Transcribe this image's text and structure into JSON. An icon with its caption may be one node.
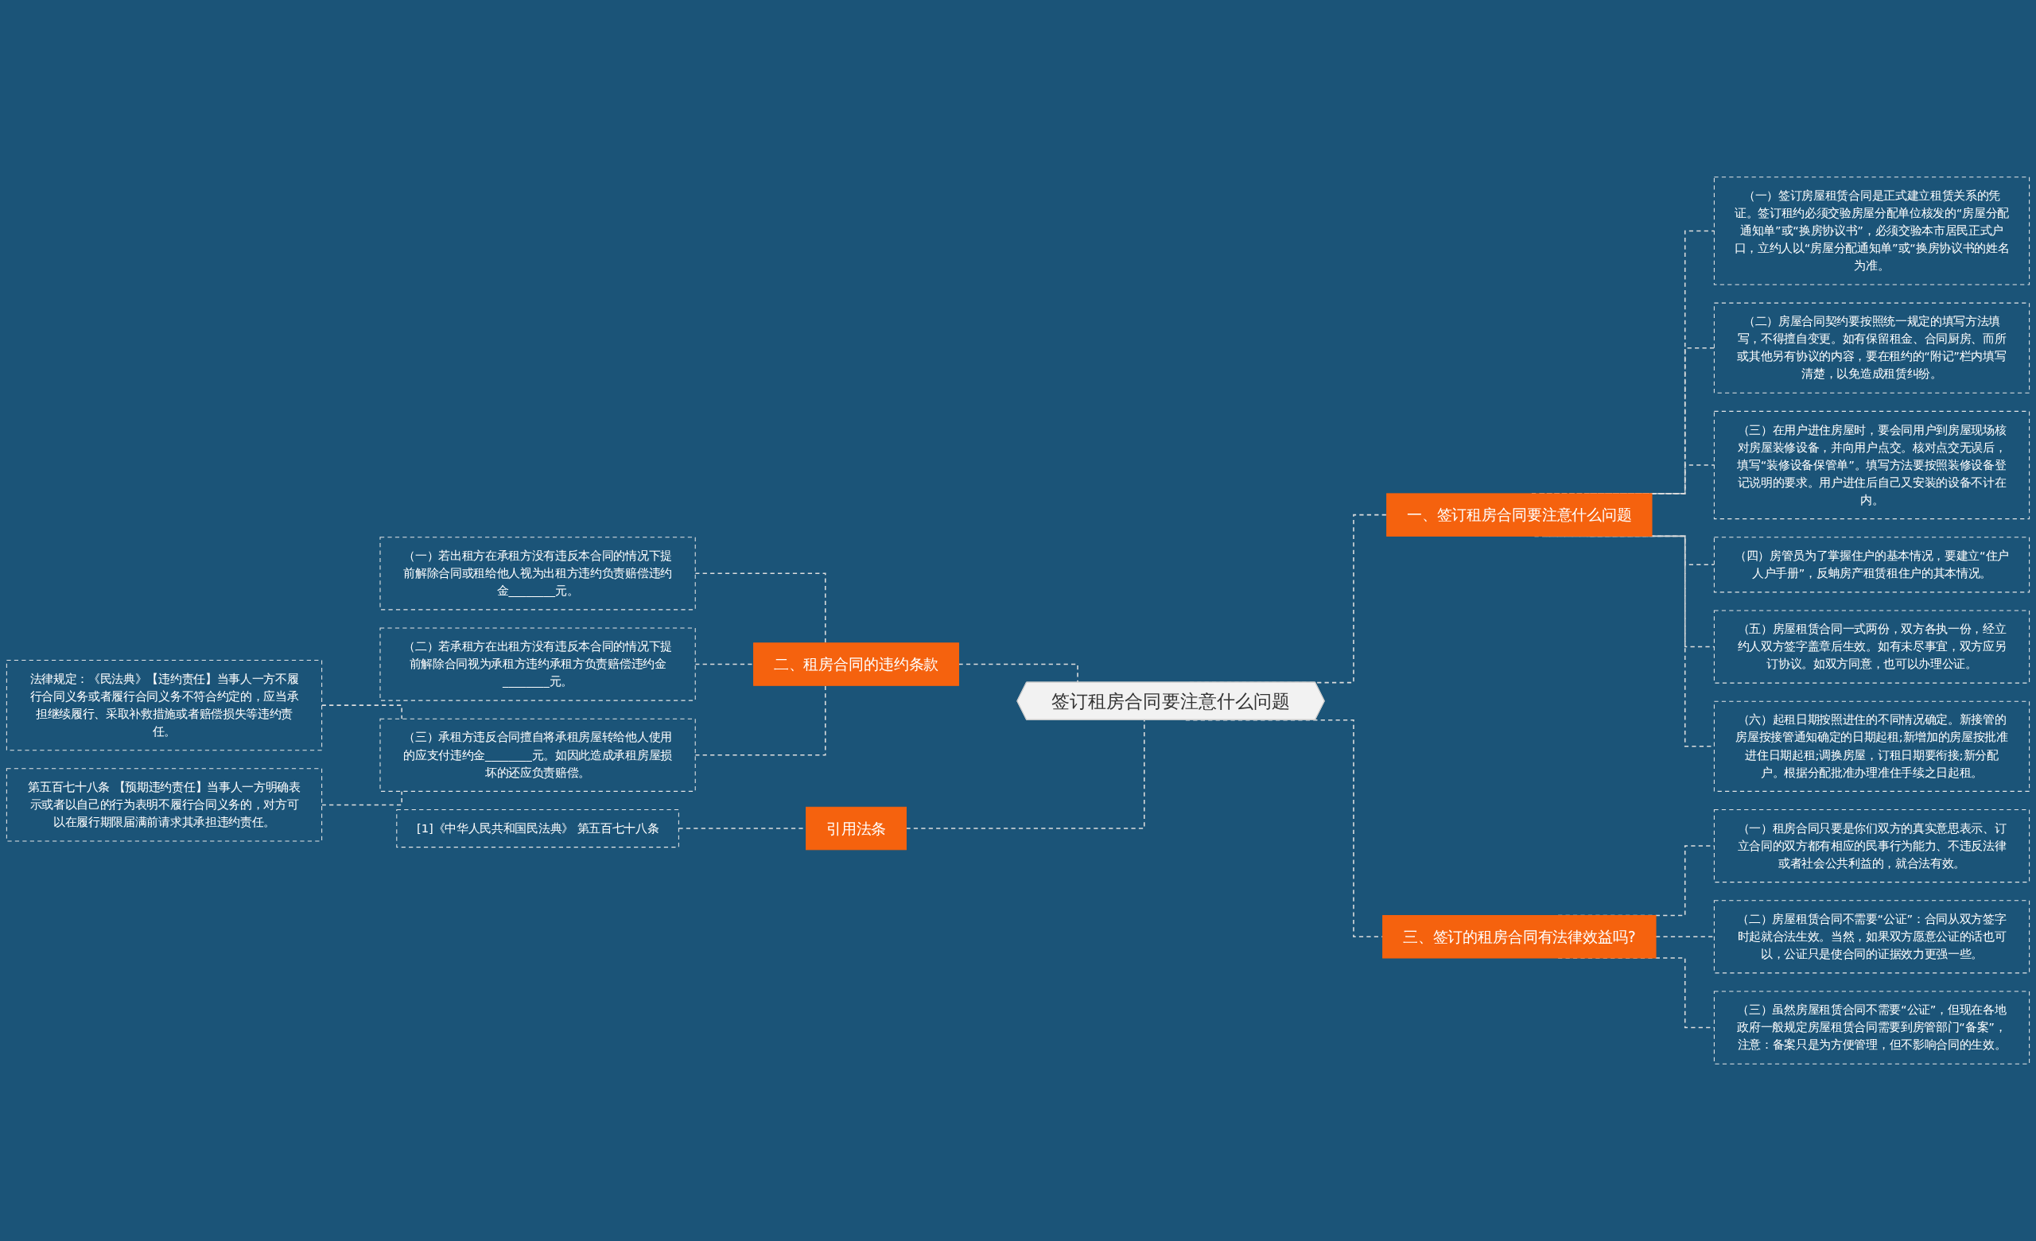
{
  "diagram": {
    "nodes": [
      {
        "text": [
          "签订租房合同要注意什么问题"
        ]
      },
      {
        "text": [
          "一、签订租房合同要注意什么问题"
        ]
      },
      {
        "text": [
          "（一）签订房屋租赁合同是正式建立租赁关系的凭证。签订租约必须交验房屋分配单位核发的“房屋分配通知单”或“换房协议书”，必须交验本市居民正式户口，立约人以“房屋分配通知单”或“换房协议书的姓名为准。"
        ]
      },
      {
        "text": [
          "（二）房屋合同契约要按照统一规定的填写方法填写，不得擅自变更。如有保留租金、合同厨房、而所或其他另有协议的内容，要在租约的“附记”栏内填写清楚，以免造成租赁纠纷。"
        ]
      },
      {
        "text": [
          "（三）在用户进住房屋时，要会同用户到房屋现场核对房屋装修设备，并向用户点交。核对点交无误后，填写“装修设备保管单”。填写方法要按照装修设备登记说明的要求。用户进住后自己又安装的设备不计在内。"
        ]
      },
      {
        "text": [
          "（四）房管员为了掌握住户的基本情况，要建立“住户人户手册”，反蚺房产租赁租住户的其本情况。"
        ]
      },
      {
        "text": [
          "（五）房屋租赁合同一式两份，双方各执一份，经立约人双方签字盖章后生效。如有未尽事宜，双方应另订协议。如双方同意，也可以办理公证。"
        ]
      },
      {
        "text": [
          "（六）起租日期按照进住的不同情况确定。新接管的房屋按接管通知确定的日期起租;新增加的房屋按批准进住日期起租;调换房屋，订租日期要衔接;新分配户。根据分配批准办理准住手续之日起租。"
        ]
      },
      {
        "text": [
          "三、签订的租房合同有法律效益吗?"
        ]
      },
      {
        "text": [
          "（一）租房合同只要是你们双方的真实意思表示、订立合同的双方都有相应的民事行为能力、不违反法律或者社会公共利益的，就合法有效。"
        ]
      },
      {
        "text": [
          "（二）房屋租赁合同不需要“公证”：合同从双方签字时起就合法生效。当然，如果双方愿意公证的话也可以，公证只是使合同的证据效力更强一些。"
        ]
      },
      {
        "text": [
          "（三）虽然房屋租赁合同不需要“公证”，但现在各地政府一般规定房屋租赁合同需要到房管部门“备案”，注意：备案只是为方便管理，但不影响合同的生效。"
        ]
      },
      {
        "text": [
          "二、租房合同的违约条款"
        ]
      },
      {
        "text": [
          "（一）若出租方在承租方没有违反本合同的情况下提前解除合同或租给他人视为出租方违约负责赔偿违约金________元。"
        ]
      },
      {
        "text": [
          "（二）若承租方在出租方没有违反本合同的情况下提前解除合同视为承租方违约承租方负责赔偿违约金________元。"
        ]
      },
      {
        "text": [
          "（三）承租方违反合同擅自将承租房屋转给他人使用的应支付违约金________元。如因此造成承租房屋损坏的还应负责赔偿。"
        ]
      },
      {
        "text": [
          "法律规定：《民法典》【违约责任】当事人一方不履行合同义务或者履行合同义务不符合约定的，应当承担继续履行、采取补救措施或者赔偿损失等违约责任。"
        ]
      },
      {
        "text": [
          "第五百七十八条 【预期违约责任】当事人一方明确表示或者以自己的行为表明不履行合同义务的，对方可以在履行期限届满前请求其承担违约责任。"
        ]
      },
      {
        "text": [
          "引用法条"
        ]
      },
      {
        "text": [
          "[1]《中华人民共和国民法典》 第五百七十八条"
        ]
      }
    ],
    "edges": [
      {
        "from": 0,
        "to": 1,
        "arrow": "none",
        "style": "dashed"
      },
      {
        "from": 1,
        "to": 2,
        "arrow": "none",
        "style": "dashed"
      },
      {
        "from": 1,
        "to": 3,
        "arrow": "none",
        "style": "dashed"
      },
      {
        "from": 1,
        "to": 4,
        "arrow": "none",
        "style": "dashed"
      },
      {
        "from": 1,
        "to": 5,
        "arrow": "none",
        "style": "dashed"
      },
      {
        "from": 1,
        "to": 6,
        "arrow": "none",
        "style": "dashed"
      },
      {
        "from": 1,
        "to": 7,
        "arrow": "none",
        "style": "dashed"
      },
      {
        "from": 0,
        "to": 8,
        "arrow": "none",
        "style": "dashed"
      },
      {
        "from": 8,
        "to": 9,
        "arrow": "none",
        "style": "dashed"
      },
      {
        "from": 8,
        "to": 10,
        "arrow": "none",
        "style": "dashed"
      },
      {
        "from": 8,
        "to": 11,
        "arrow": "none",
        "style": "dashed"
      },
      {
        "from": 12,
        "to": 0,
        "arrow": "none",
        "style": "dashed"
      },
      {
        "from": 13,
        "to": 12,
        "arrow": "none",
        "style": "dashed"
      },
      {
        "from": 14,
        "to": 12,
        "arrow": "none",
        "style": "dashed"
      },
      {
        "from": 15,
        "to": 12,
        "arrow": "none",
        "style": "dashed"
      },
      {
        "from": 16,
        "to": 15,
        "arrow": "none",
        "style": "dashed"
      },
      {
        "from": 17,
        "to": 15,
        "arrow": "none",
        "style": "dashed"
      },
      {
        "from": 18,
        "to": 0,
        "arrow": "none",
        "style": "dashed"
      },
      {
        "from": 19,
        "to": 18,
        "arrow": "none",
        "style": "dashed"
      }
    ]
  }
}
